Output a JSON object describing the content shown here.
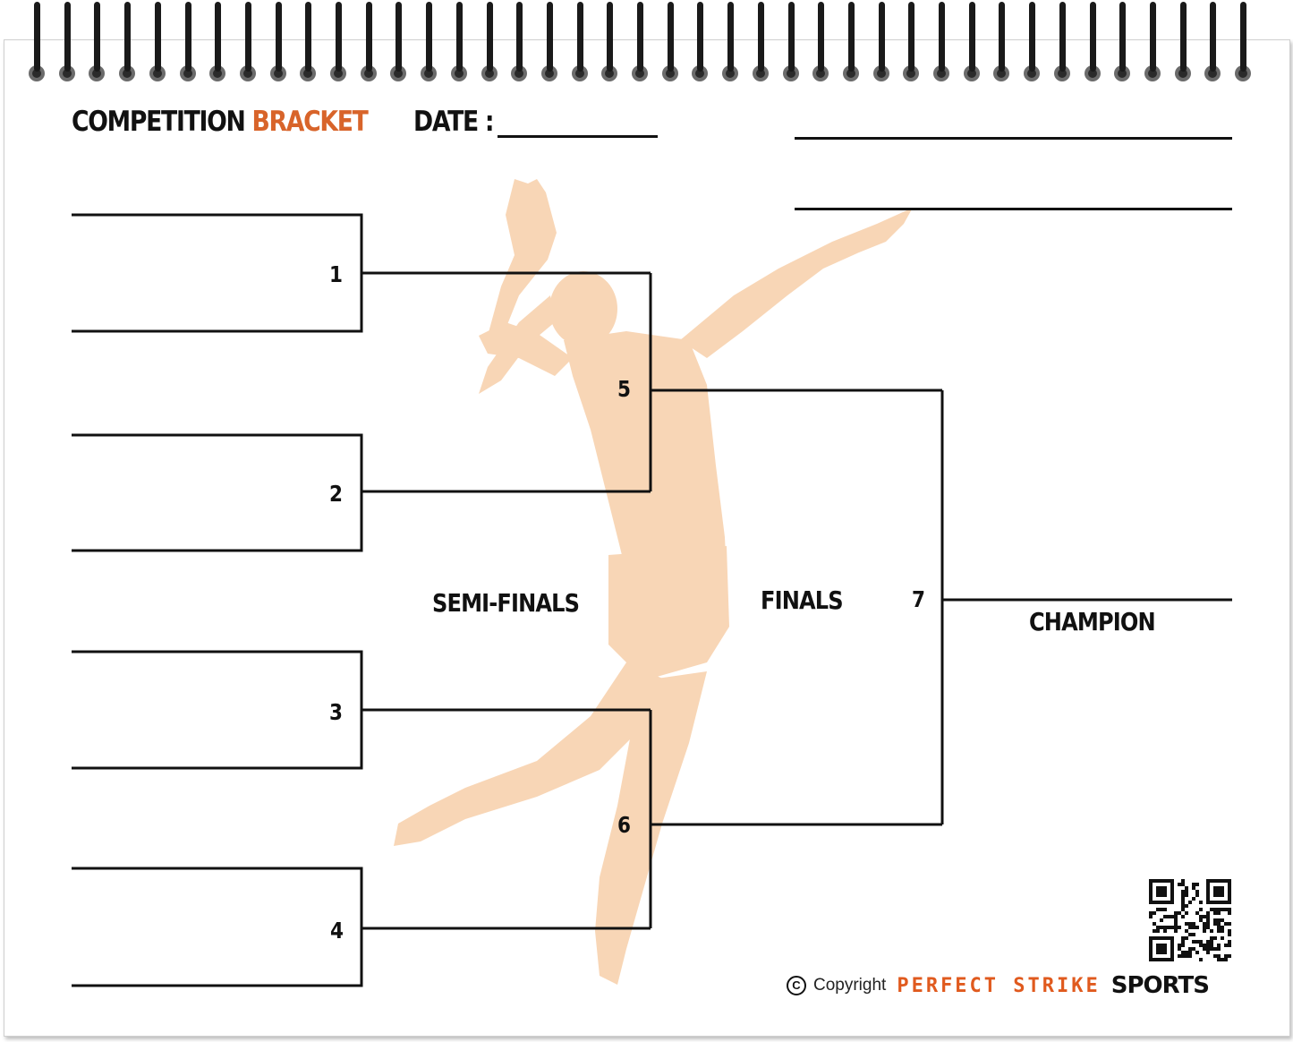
{
  "header": {
    "title_part1": "COMPETITION",
    "title_part2": "BRACKET",
    "date_label": "DATE :"
  },
  "matches": [
    "1",
    "2",
    "3",
    "4",
    "5",
    "6",
    "7"
  ],
  "rounds": {
    "semi_finals": "SEMI-FINALS",
    "finals": "FINALS",
    "champion": "CHAMPION"
  },
  "footer": {
    "copyright_symbol": "C",
    "copyright_text": "Copyright",
    "brand": "PERFECT STRIKE",
    "brand_sports": "SPORTS"
  },
  "colors": {
    "accent": "#d8642a",
    "silhouette": "#f8d6b6",
    "ink": "#111111"
  },
  "icons": {
    "silhouette": "volleyball-player-silhouette",
    "qr": "qr-code-icon",
    "copyright": "copyright-icon"
  }
}
